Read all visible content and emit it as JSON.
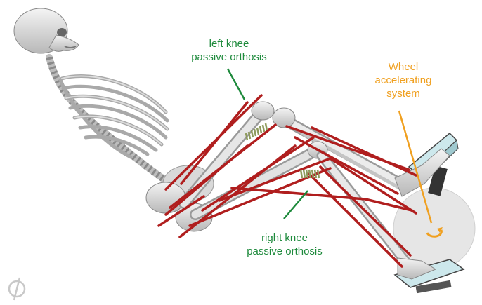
{
  "labels": {
    "left_knee": [
      "left knee",
      "passive orthosis"
    ],
    "right_knee": [
      "right knee",
      "passive orthosis"
    ],
    "wheel": [
      "Wheel",
      "accelerating",
      "system"
    ]
  },
  "colors": {
    "annotation_green": "#1e8a3c",
    "annotation_orange": "#f0a020",
    "muscle_red": "#b01e1e",
    "bone": "#e2e2e2",
    "orthosis_spring": "#9aa56a",
    "pedal_cyan": "#cde8ec"
  },
  "icons": {
    "logo": "opensim-logo-icon"
  }
}
